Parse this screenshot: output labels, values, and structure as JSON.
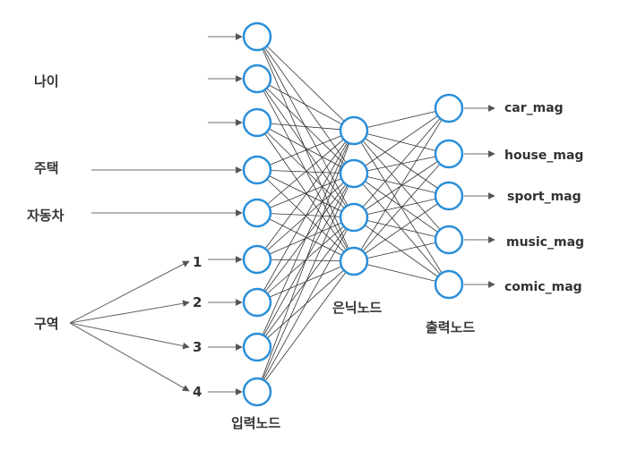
{
  "colors": {
    "node_stroke": "#2b8fd9",
    "connection": "#333333",
    "arrow": "#6b6b6b",
    "text": "#333333"
  },
  "features": {
    "age": "나이",
    "house": "주택",
    "car": "자동차",
    "region": "구역"
  },
  "region_values": [
    "1",
    "2",
    "3",
    "4"
  ],
  "layers": {
    "input_count": 9,
    "hidden_count": 4,
    "output_count": 5
  },
  "outputs": [
    "car_mag",
    "house_mag",
    "sport_mag",
    "music_mag",
    "comic_mag"
  ],
  "captions": {
    "input": "입력노드",
    "hidden": "은닉노드",
    "output": "출력노드"
  }
}
